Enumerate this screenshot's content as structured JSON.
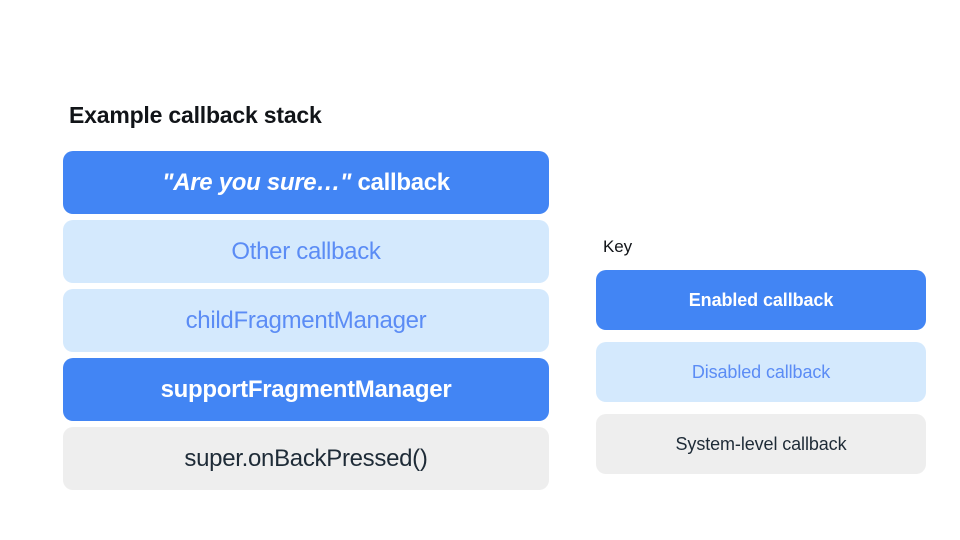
{
  "page": {
    "background_color": "#ffffff"
  },
  "palette": {
    "enabled_fill": "#4285f4",
    "enabled_text": "#ffffff",
    "disabled_fill": "#d4e9fd",
    "disabled_text": "#5b8cf5",
    "system_fill": "#eeeeee",
    "system_text": "#1e2b37",
    "heading_text": "#111418"
  },
  "stack": {
    "title": "Example callback stack",
    "items": [
      {
        "label": "\"Are you sure…\" callback",
        "quoted_part": "\"Are you sure…\"",
        "plain_part": " callback",
        "state": "enabled"
      },
      {
        "label": "Other callback",
        "state": "disabled"
      },
      {
        "label": "childFragmentManager",
        "state": "disabled"
      },
      {
        "label": "supportFragmentManager",
        "state": "enabled"
      },
      {
        "label": "super.onBackPressed()",
        "state": "system"
      }
    ]
  },
  "key": {
    "title": "Key",
    "items": [
      {
        "label": "Enabled callback",
        "state": "enabled"
      },
      {
        "label": "Disabled callback",
        "state": "disabled"
      },
      {
        "label": "System-level callback",
        "state": "system"
      }
    ]
  }
}
